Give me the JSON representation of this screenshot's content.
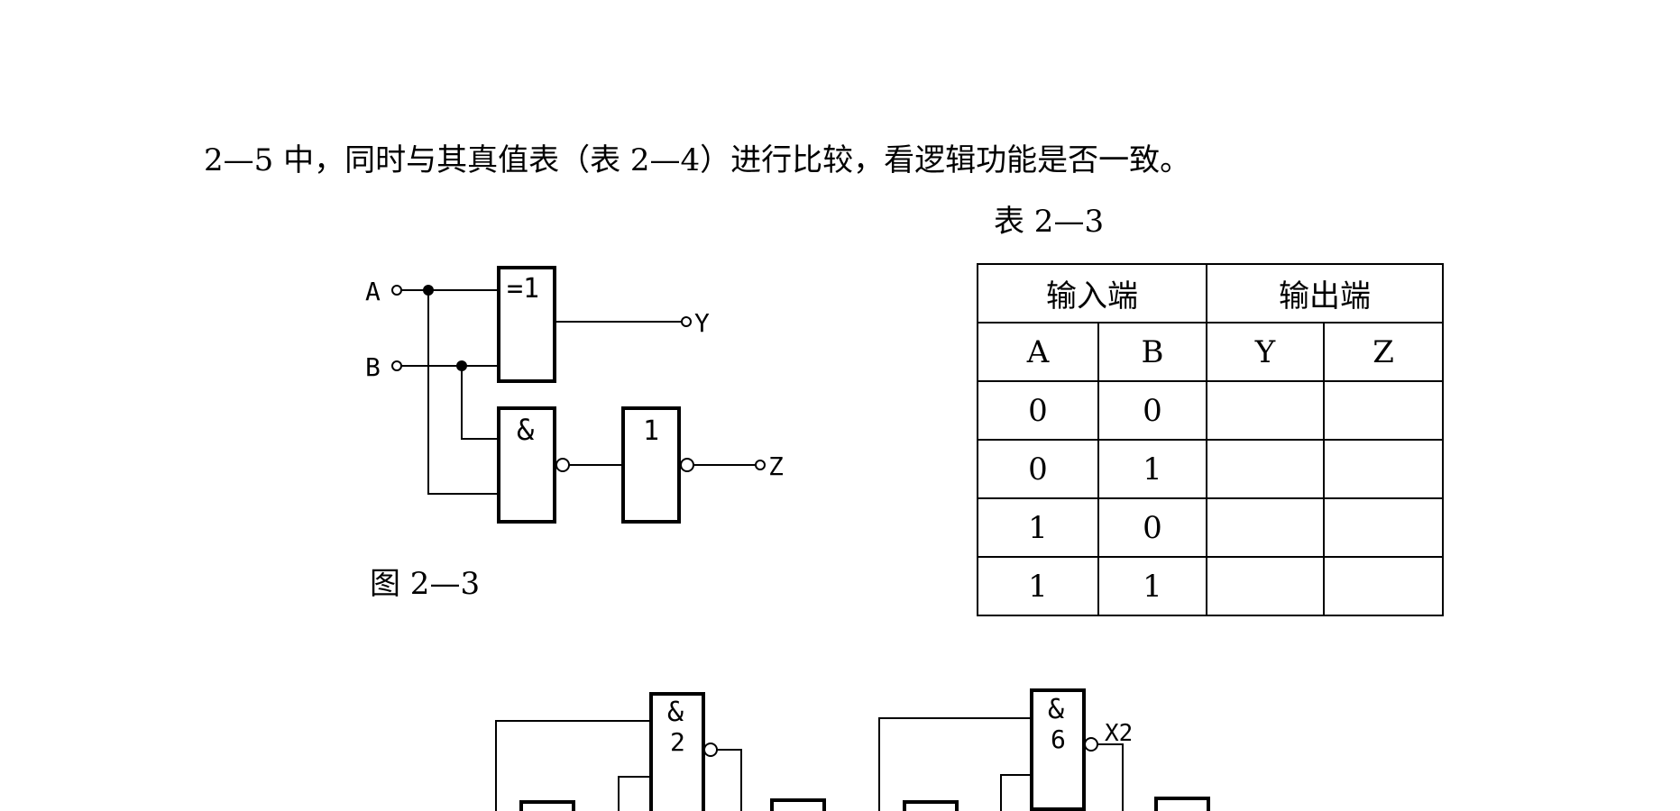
{
  "paragraph": "2—5 中，同时与其真值表（表 2—4）进行比较，看逻辑功能是否一致。",
  "table_caption": "表 2—3",
  "figure_caption": "图 2—3",
  "table": {
    "group_headers": [
      "输入端",
      "输出端"
    ],
    "column_headers": [
      "A",
      "B",
      "Y",
      "Z"
    ],
    "rows": [
      [
        "0",
        "0",
        "",
        ""
      ],
      [
        "0",
        "1",
        "",
        ""
      ],
      [
        "1",
        "0",
        "",
        ""
      ],
      [
        "1",
        "1",
        "",
        ""
      ]
    ]
  },
  "circuit1": {
    "inputs": [
      "A",
      "B"
    ],
    "outputs": [
      "Y",
      "Z"
    ],
    "gate_labels": [
      "=1",
      "&",
      "1"
    ]
  },
  "circuit2": {
    "gate_labels": [
      "&",
      "2",
      "&",
      "6",
      "X2"
    ]
  }
}
